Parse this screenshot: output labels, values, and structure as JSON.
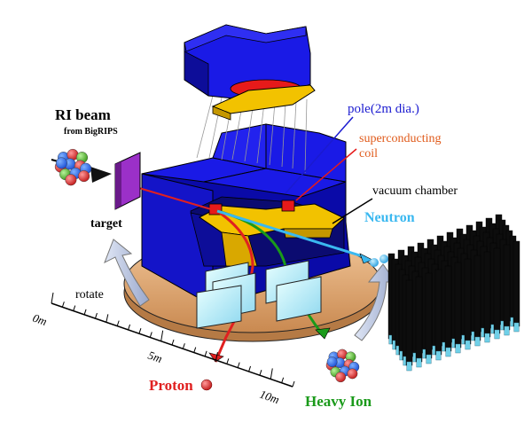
{
  "labels": {
    "ri_beam": "RI beam",
    "from_bigrips": "from BigRIPS",
    "target": "target",
    "pole": "pole(2m dia.)",
    "coil_line1": "superconducting",
    "coil_line2": "coil",
    "vacuum_chamber": "vacuum chamber",
    "neutron": "Neutron",
    "rotate": "rotate",
    "proton": "Proton",
    "heavy_ion": "Heavy Ion"
  },
  "scale": {
    "tick_0": "0m",
    "tick_5": "5m",
    "tick_10": "10m"
  },
  "colors": {
    "magnet_blue": "#1a1ae6",
    "yoke_dark": "#0d0d99",
    "pole_yellow": "#f2c200",
    "coil_red": "#e61a1a",
    "base_tan": "#e0a070",
    "neutron_cyan": "#3ab8f0",
    "proton_red": "#e02020",
    "heavy_ion_green": "#1a9a1a",
    "target_purple": "#9b30c8",
    "coil_label_orange": "#e05a1a",
    "pole_label_blue": "#1a1ad0"
  },
  "icons": {
    "nucleus": "nucleus-icon",
    "detector": "neutron-detector-array-icon"
  }
}
